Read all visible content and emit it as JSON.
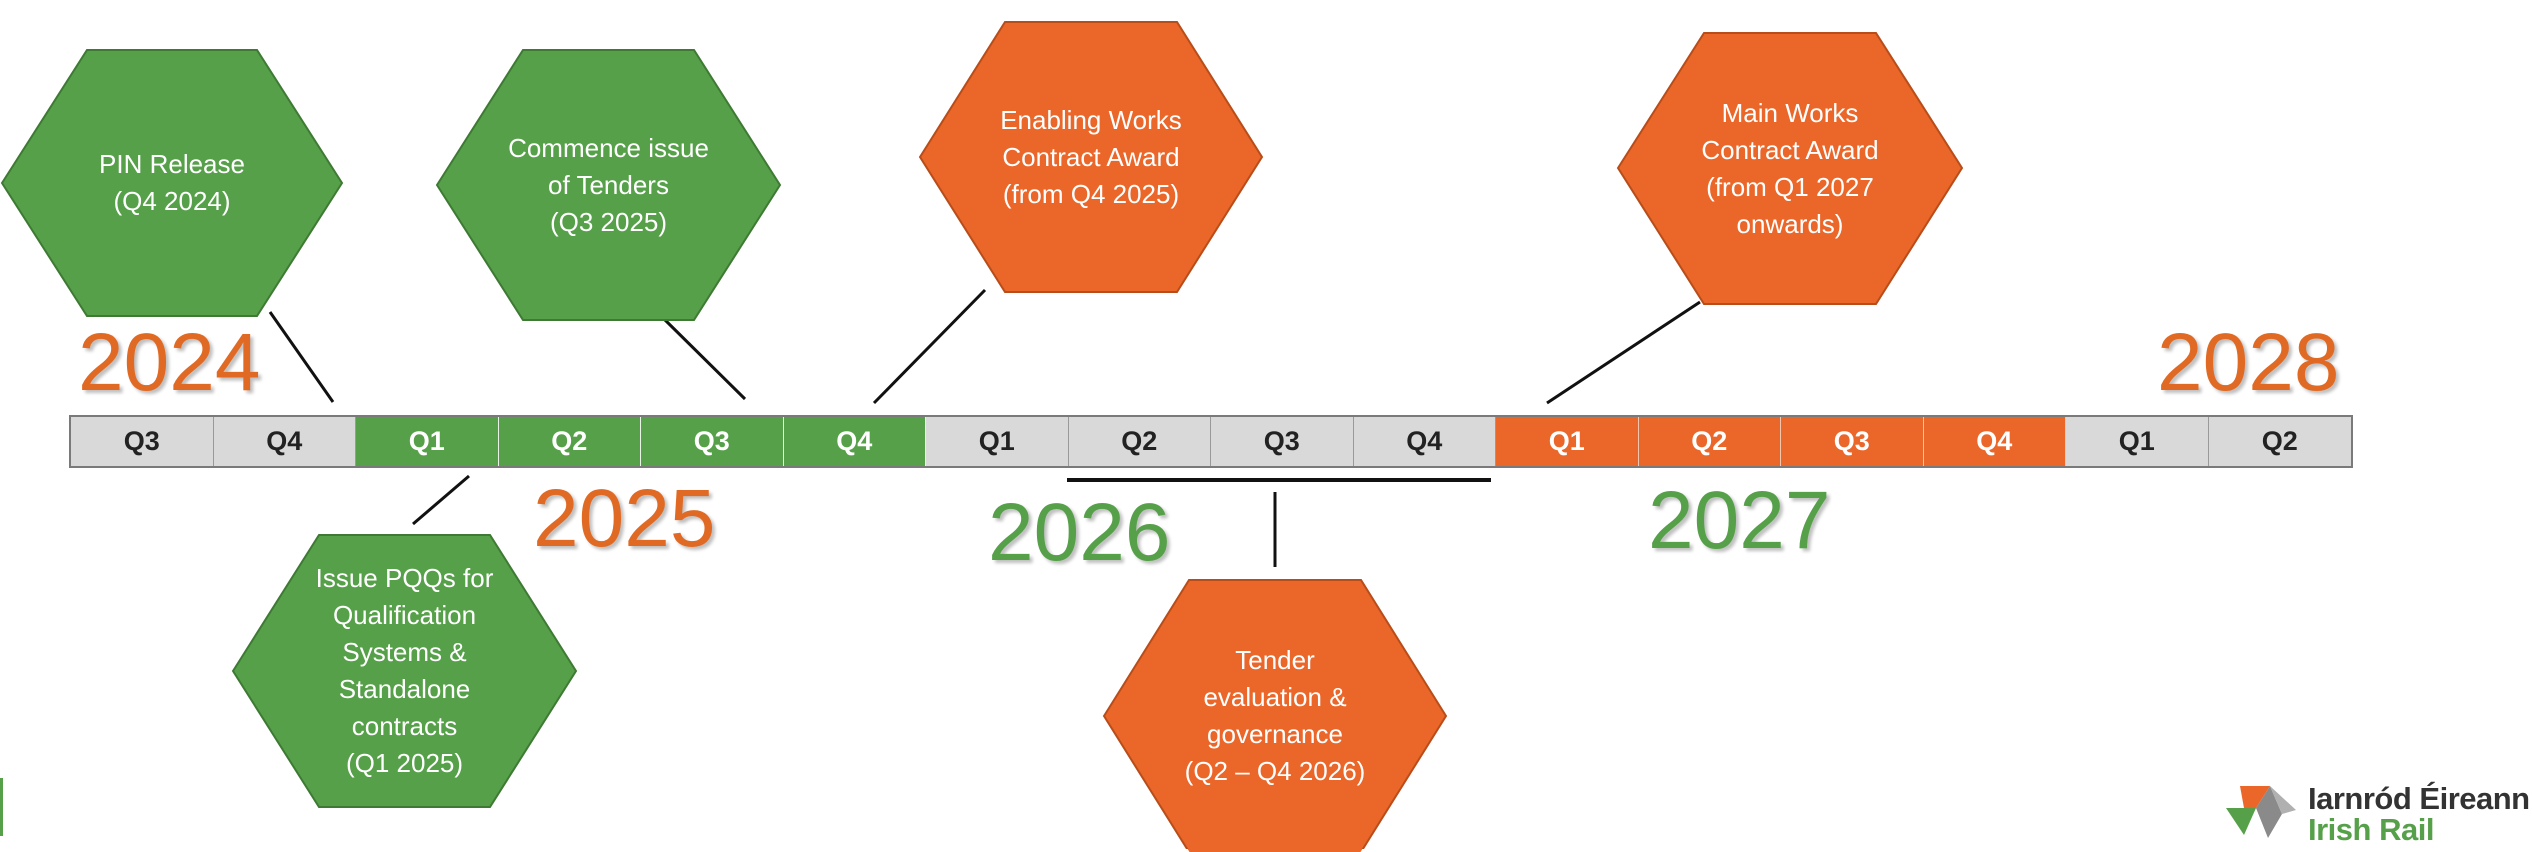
{
  "colors": {
    "green": "#56a049",
    "orange": "#ea6629",
    "grey": "#d9d9d9"
  },
  "years": [
    "2024",
    "2025",
    "2026",
    "2027",
    "2028"
  ],
  "timeline": [
    {
      "label": "Q3",
      "fill": "grey"
    },
    {
      "label": "Q4",
      "fill": "grey"
    },
    {
      "label": "Q1",
      "fill": "green"
    },
    {
      "label": "Q2",
      "fill": "green"
    },
    {
      "label": "Q3",
      "fill": "green"
    },
    {
      "label": "Q4",
      "fill": "green"
    },
    {
      "label": "Q1",
      "fill": "grey"
    },
    {
      "label": "Q2",
      "fill": "grey"
    },
    {
      "label": "Q3",
      "fill": "grey"
    },
    {
      "label": "Q4",
      "fill": "grey"
    },
    {
      "label": "Q1",
      "fill": "orange"
    },
    {
      "label": "Q2",
      "fill": "orange"
    },
    {
      "label": "Q3",
      "fill": "orange"
    },
    {
      "label": "Q4",
      "fill": "orange"
    },
    {
      "label": "Q1",
      "fill": "grey"
    },
    {
      "label": "Q2",
      "fill": "grey"
    }
  ],
  "milestones": {
    "pin_release": "PIN Release\n(Q4 2024)",
    "commence_tenders": "Commence issue\nof Tenders\n(Q3 2025)",
    "enabling_works": "Enabling Works\nContract Award\n(from Q4 2025)",
    "main_works": "Main Works\nContract Award\n(from Q1 2027\nonwards)",
    "issue_pqqs": "Issue PQQs for\nQualification\nSystems &\nStandalone\ncontracts\n(Q1 2025)",
    "tender_evaluation": "Tender\nevaluation &\ngovernance\n(Q2 – Q4 2026)"
  },
  "logo": {
    "line1": "Iarnród Éireann",
    "line2": "Irish Rail"
  }
}
